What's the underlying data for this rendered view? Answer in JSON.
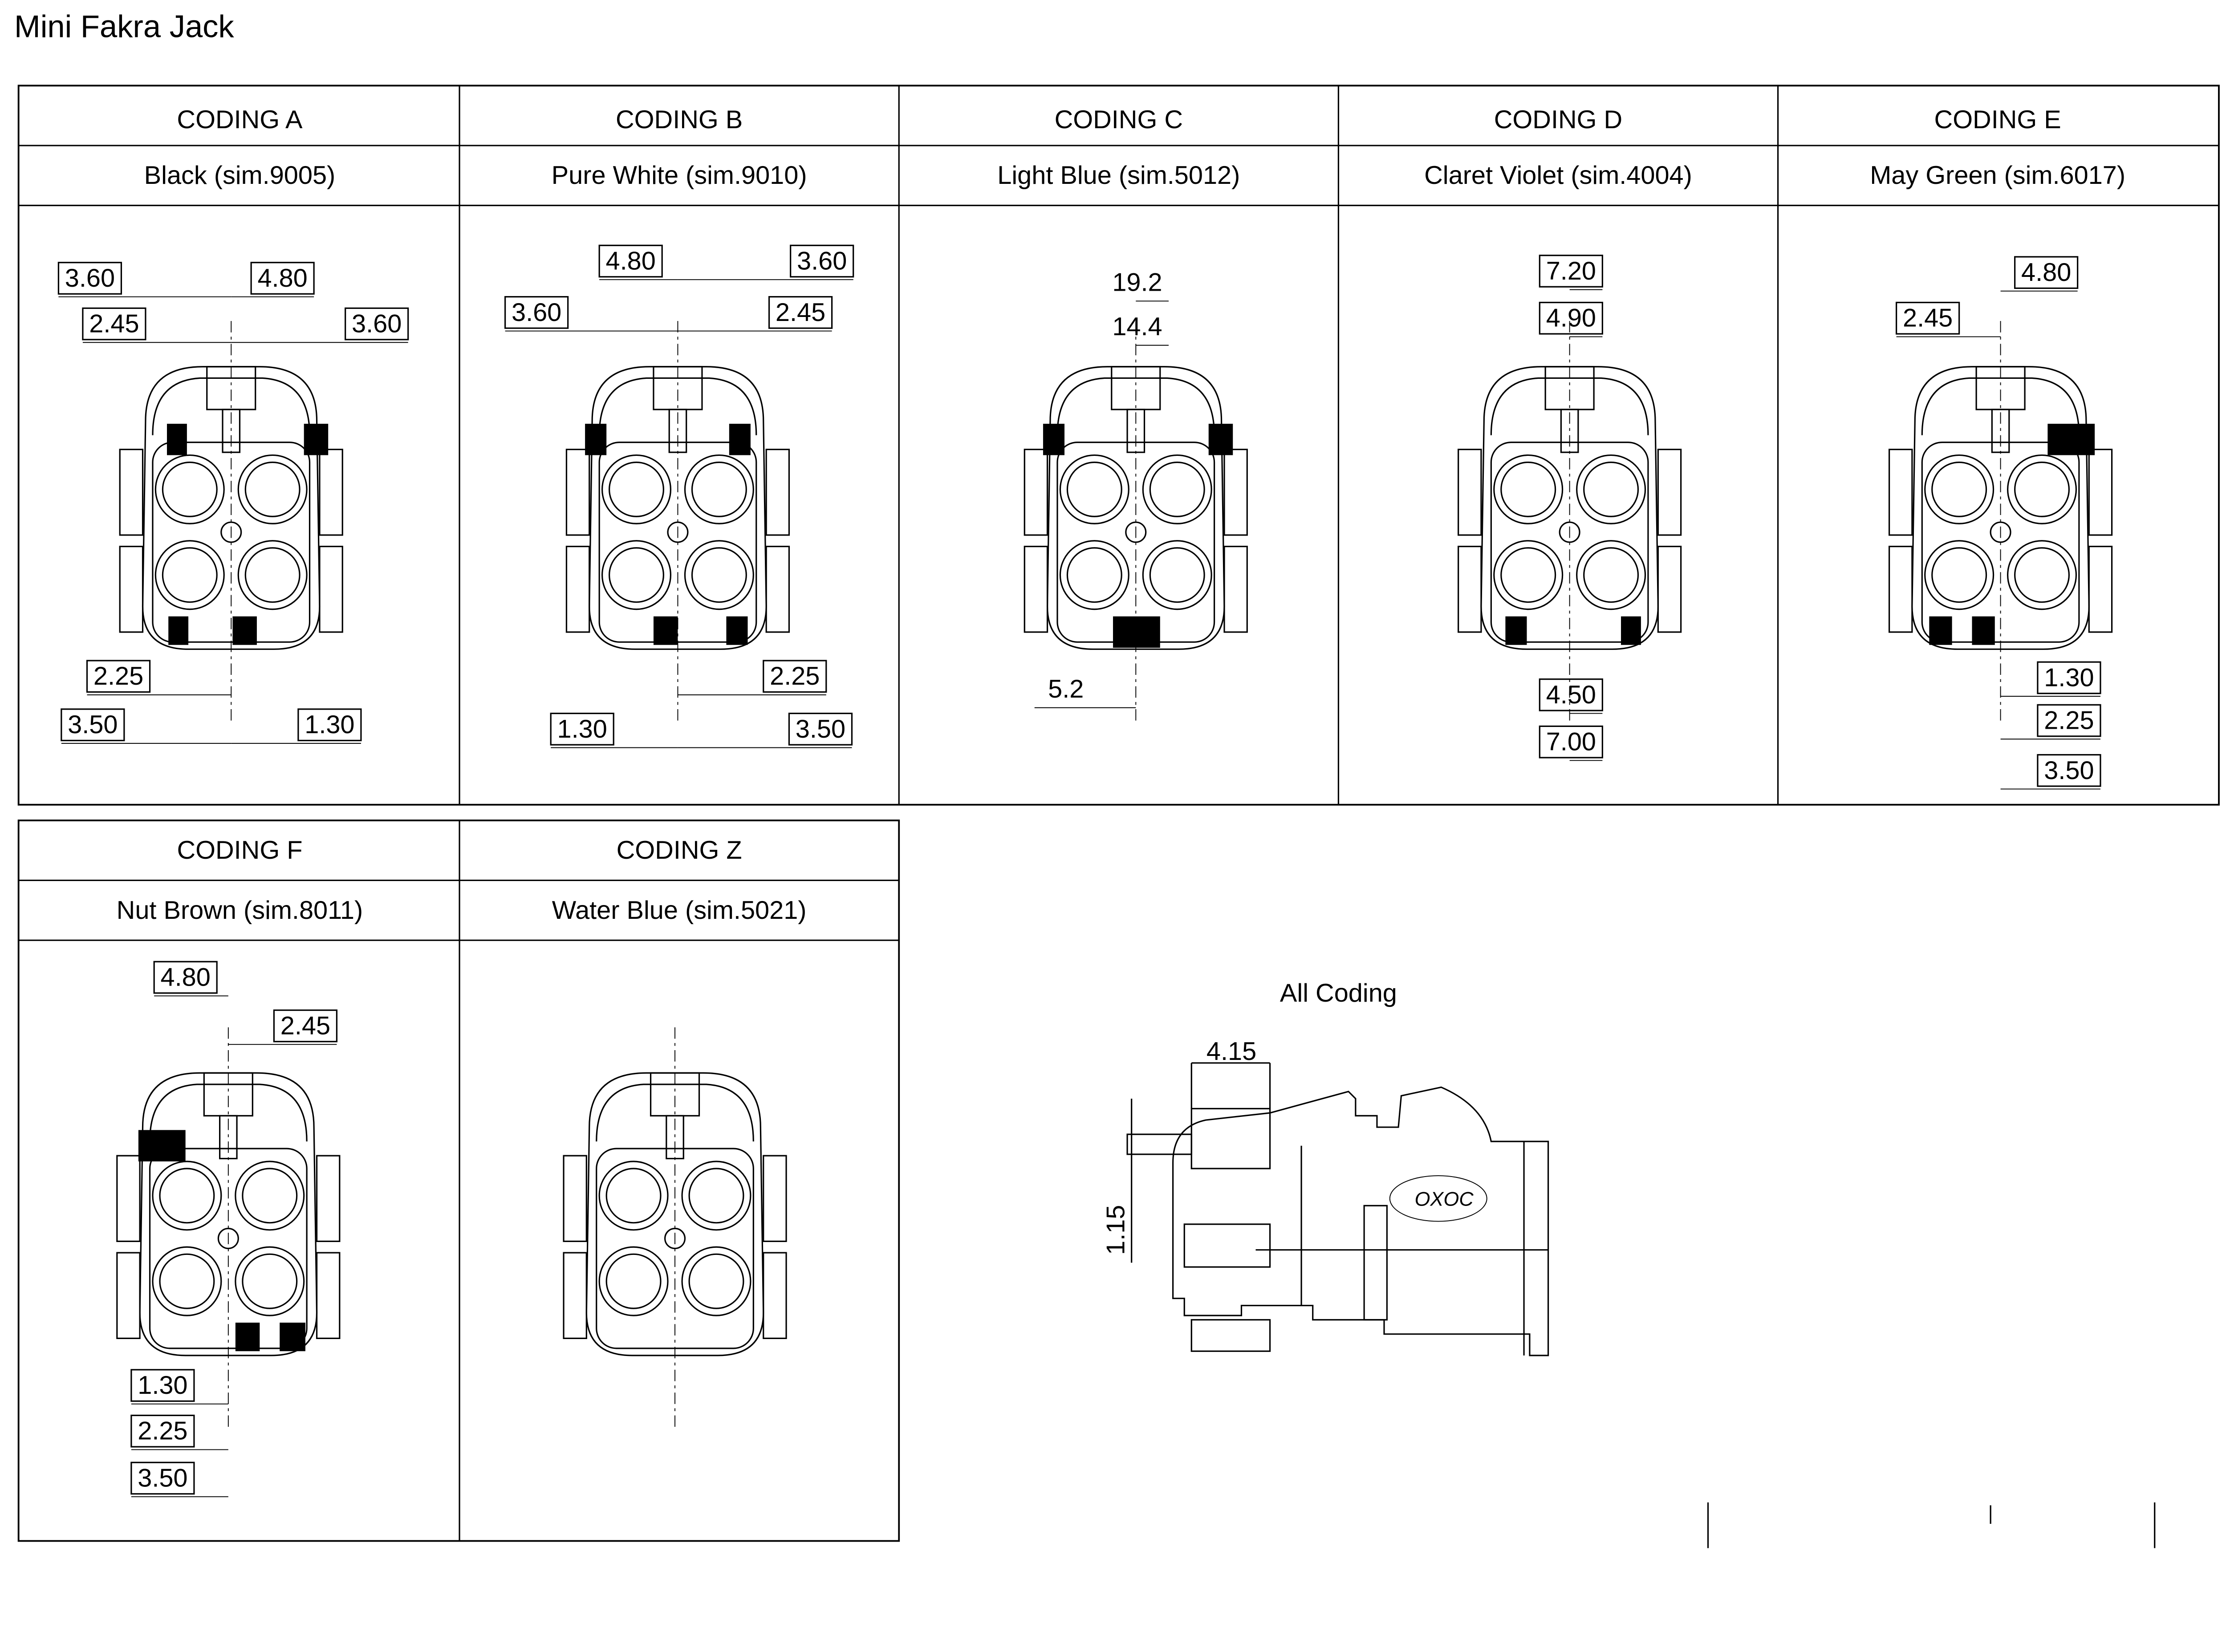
{
  "title": "Mini Fakra Jack",
  "codings": [
    {
      "name": "CODING A",
      "color": "Black (sim.9005)",
      "dims": [
        "3.60",
        "4.80",
        "2.45",
        "3.60",
        "2.25",
        "3.50",
        "1.30"
      ]
    },
    {
      "name": "CODING B",
      "color": "Pure White (sim.9010)",
      "dims": [
        "4.80",
        "3.60",
        "3.60",
        "2.45",
        "2.25",
        "1.30",
        "3.50"
      ]
    },
    {
      "name": "CODING C",
      "color": "Light Blue (sim.5012)",
      "dims": [
        "19.2",
        "14.4",
        "5.2"
      ]
    },
    {
      "name": "CODING D",
      "color": "Claret Violet (sim.4004)",
      "dims": [
        "7.20",
        "4.90",
        "4.50",
        "7.00"
      ]
    },
    {
      "name": "CODING E",
      "color": "May Green (sim.6017)",
      "dims": [
        "4.80",
        "2.45",
        "1.30",
        "2.25",
        "3.50"
      ]
    },
    {
      "name": "CODING F",
      "color": "Nut Brown (sim.8011)",
      "dims": [
        "4.80",
        "2.45",
        "1.30",
        "2.25",
        "3.50"
      ]
    },
    {
      "name": "CODING Z",
      "color": "Water Blue (sim.5021)",
      "dims": []
    }
  ],
  "side_view": {
    "label": "All Coding",
    "dims": [
      "4.15",
      "1.15"
    ],
    "logo": "OXOC"
  }
}
